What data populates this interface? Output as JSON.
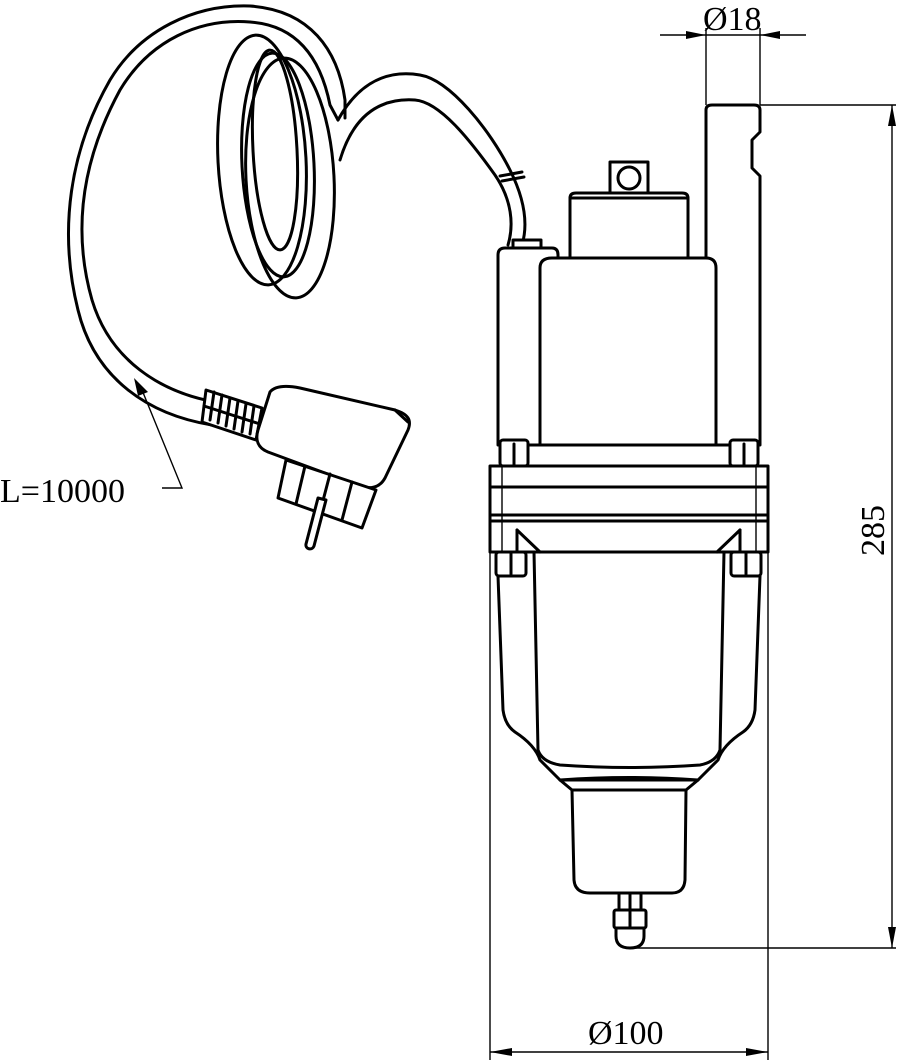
{
  "drawing": {
    "subject": "vibration submersible pump with cable and plug",
    "dimensions": {
      "cable_length_label": "L=10000",
      "outlet_diameter_label": "Ø18",
      "height_label": "285",
      "body_diameter_label": "Ø100"
    },
    "colors": {
      "line": "#000000",
      "background": "#ffffff"
    }
  }
}
